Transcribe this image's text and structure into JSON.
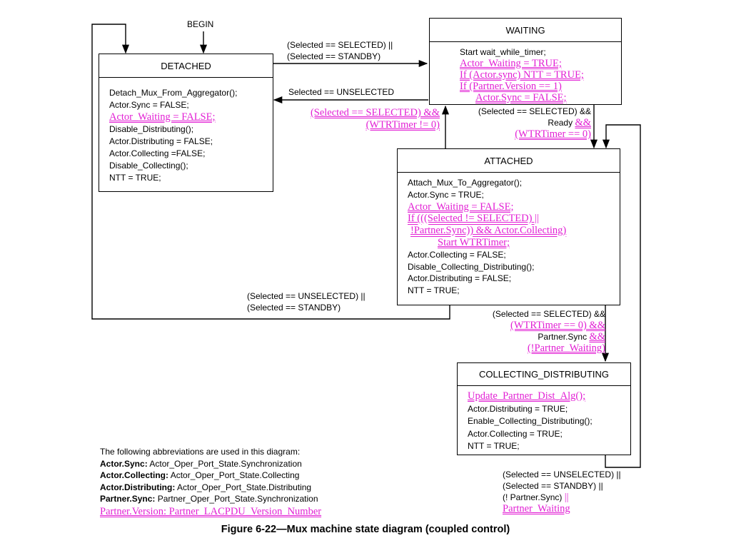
{
  "begin_label": "BEGIN",
  "states": {
    "waiting": {
      "title": "WAITING",
      "lines": [
        {
          "t": "Start wait_while_timer;",
          "ins": false
        },
        {
          "t": "Actor_Waiting = TRUE;",
          "ins": true
        },
        {
          "t": "If (Actor.sync) NTT = TRUE;",
          "ins": true
        },
        {
          "t": "If (Partner.Version == 1)",
          "ins": true
        },
        {
          "t": "Actor.Sync = FALSE;",
          "ins": true
        }
      ]
    },
    "detached": {
      "title": "DETACHED",
      "lines": [
        {
          "t": "Detach_Mux_From_Aggregator();",
          "ins": false
        },
        {
          "t": "Actor.Sync = FALSE;",
          "ins": false
        },
        {
          "t": "Actor_Waiting = FALSE;",
          "ins": true
        },
        {
          "t": "Disable_Distributing();",
          "ins": false
        },
        {
          "t": "Actor.Distributing = FALSE;",
          "ins": false
        },
        {
          "t": "Actor.Collecting =FALSE;",
          "ins": false
        },
        {
          "t": "Disable_Collecting();",
          "ins": false
        },
        {
          "t": "NTT = TRUE;",
          "ins": false
        }
      ]
    },
    "attached": {
      "title": "ATTACHED",
      "lines": [
        {
          "t": "Attach_Mux_To_Aggregator();",
          "ins": false
        },
        {
          "t": "Actor.Sync = TRUE;",
          "ins": false
        },
        {
          "t": "Actor_Waiting = FALSE;",
          "ins": true
        },
        {
          "t": "If (((Selected != SELECTED) ||",
          "ins": true
        },
        {
          "t": "!Partner.Sync)) && Actor.Collecting)",
          "ins": true
        },
        {
          "t": "Start WTRTimer;",
          "ins": true
        },
        {
          "t": "Actor.Collecting = FALSE;",
          "ins": false
        },
        {
          "t": "Disable_Collecting_Distributing();",
          "ins": false
        },
        {
          "t": "Actor.Distributing = FALSE;",
          "ins": false
        },
        {
          "t": "NTT = TRUE;",
          "ins": false
        }
      ]
    },
    "collecting": {
      "title": "COLLECTING_DISTRIBUTING",
      "lines": [
        {
          "t": "Update_Partner_Dist_Alg();",
          "ins": true
        },
        {
          "t": "Actor.Distributing = TRUE;",
          "ins": false
        },
        {
          "t": "Enable_Collecting_Distributing();",
          "ins": false
        },
        {
          "t": "Actor.Collecting = TRUE;",
          "ins": false
        },
        {
          "t": "NTT = TRUE;",
          "ins": false
        }
      ]
    }
  },
  "transitions": {
    "detached_to_waiting": [
      "(Selected == SELECTED) ||",
      "(Selected == STANDBY)"
    ],
    "waiting_to_detached": [
      "Selected == UNSELECTED"
    ],
    "attached_to_waiting": [
      "(Selected == SELECTED) &&",
      "(WTRTimer != 0)"
    ],
    "waiting_to_attached": {
      "line1": "(Selected == SELECTED) &&",
      "line2_plain": "Ready ",
      "line2_ins": "&&",
      "line3": "(WTRTimer == 0)"
    },
    "attached_to_detached": [
      "(Selected == UNSELECTED) ||",
      "(Selected == STANDBY)"
    ],
    "attached_to_collecting": {
      "line1": "(Selected == SELECTED) &&",
      "line2": "(WTRTimer == 0) &&",
      "line3_plain": "Partner.Sync ",
      "line3_ins": "&&",
      "line4": "(!Partner_Waiting)"
    },
    "collecting_to_attached": {
      "line1": "(Selected == UNSELECTED) ||",
      "line2": "(Selected == STANDBY) ||",
      "line3_plain": "(! Partner.Sync) ",
      "line3_ins": "||",
      "line4": "Partner_Waiting"
    }
  },
  "abbreviations": {
    "intro": "The following abbreviations are used in this diagram:",
    "items": [
      {
        "term": "Actor.Sync:",
        "def": " Actor_Oper_Port_State.Synchronization"
      },
      {
        "term": "Actor.Collecting:",
        "def": " Actor_Oper_Port_State.Collecting"
      },
      {
        "term": "Actor.Distributing:",
        "def": " Actor_Oper_Port_State.Distributing"
      },
      {
        "term": "Partner.Sync:",
        "def": " Partner_Oper_Port_State.Synchronization"
      }
    ],
    "inserted": "Partner.Version: Partner_LACPDU_Version_Number"
  },
  "caption": "Figure 6-22—Mux machine state diagram (coupled control)",
  "colors": {
    "insertion": "#e21fd4",
    "line": "#000000"
  }
}
